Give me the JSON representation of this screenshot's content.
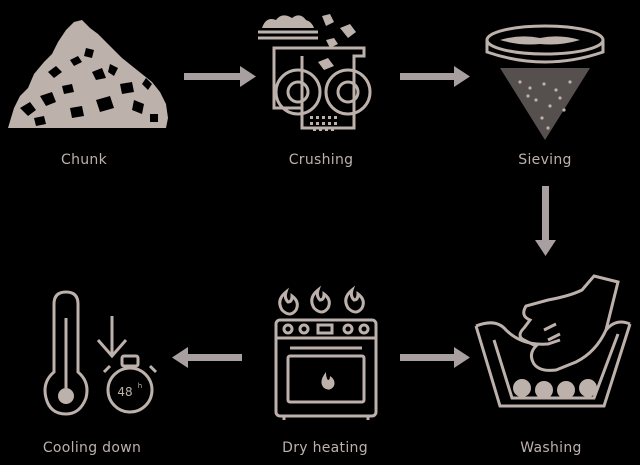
{
  "steps": {
    "chunk": "Chunk",
    "crushing": "Crushing",
    "sieving": "Sieving",
    "washing": "Washing",
    "dry_heating": "Dry heating",
    "cooling_down": "Cooling down"
  },
  "timer_text": "48",
  "timer_unit": "h",
  "colors": {
    "background": "#000000",
    "icon": "#bdb1ac",
    "arrow": "#a8a0a0"
  },
  "icons": {
    "chunk": "rock-chunk-icon",
    "crushing": "crusher-machine-icon",
    "sieving": "sieve-funnel-icon",
    "washing": "washing-basin-hand-icon",
    "dry_heating": "oven-heating-icon",
    "cooling_down": "thermometer-timer-icon"
  }
}
